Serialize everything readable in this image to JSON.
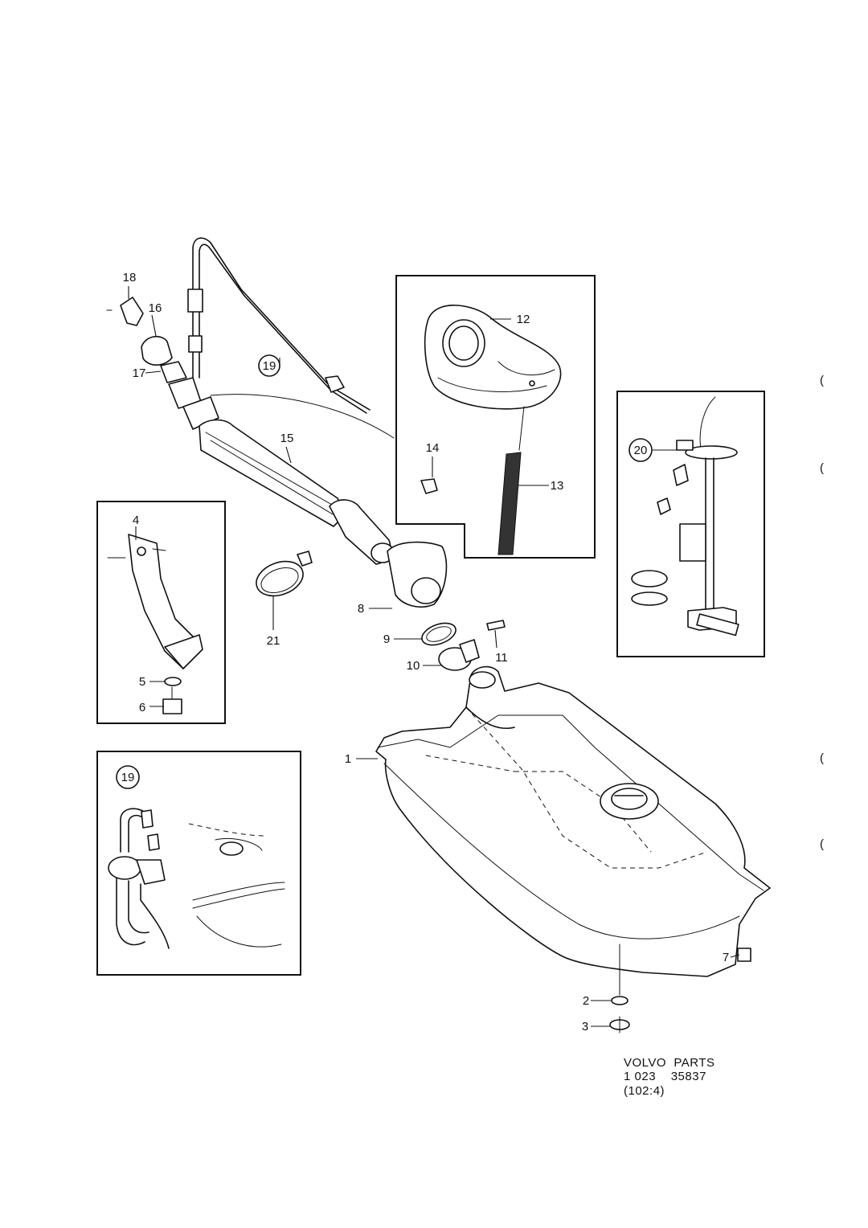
{
  "part_callouts": [
    {
      "id": "c1",
      "label": "1"
    },
    {
      "id": "c2",
      "label": "2"
    },
    {
      "id": "c3",
      "label": "3"
    },
    {
      "id": "c4",
      "label": "4"
    },
    {
      "id": "c5",
      "label": "5"
    },
    {
      "id": "c6",
      "label": "6"
    },
    {
      "id": "c7",
      "label": "7"
    },
    {
      "id": "c8",
      "label": "8"
    },
    {
      "id": "c9",
      "label": "9"
    },
    {
      "id": "c10",
      "label": "10"
    },
    {
      "id": "c11",
      "label": "11"
    },
    {
      "id": "c12",
      "label": "12"
    },
    {
      "id": "c13",
      "label": "13"
    },
    {
      "id": "c14",
      "label": "14"
    },
    {
      "id": "c15",
      "label": "15"
    },
    {
      "id": "c16",
      "label": "16"
    },
    {
      "id": "c17",
      "label": "17"
    },
    {
      "id": "c18",
      "label": "18"
    },
    {
      "id": "c19",
      "label": "19"
    },
    {
      "id": "c20",
      "label": "20"
    },
    {
      "id": "c21",
      "label": "21"
    }
  ],
  "circled_refs": [
    {
      "id": "r19a",
      "label": "19"
    },
    {
      "id": "r20",
      "label": "20"
    },
    {
      "id": "r19b",
      "label": "19"
    }
  ],
  "footer": {
    "brand": "VOLVO  PARTS",
    "ref_number": "1 023    35837",
    "page_ref": "(102:4)"
  },
  "margin_marks": [
    "(",
    "(",
    "(",
    "("
  ]
}
